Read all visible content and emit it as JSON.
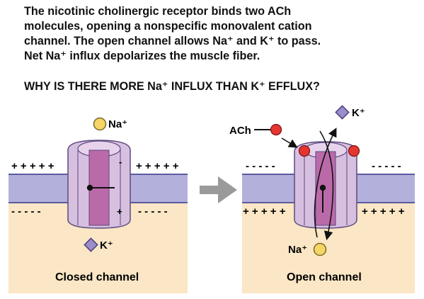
{
  "description_lines": [
    "The nicotinic cholinergic receptor binds two ACh",
    "molecules, opening a nonspecific monovalent cation",
    "channel. The open channel allows Na⁺ and K⁺ to pass.",
    "Net Na⁺ influx depolarizes the muscle fiber."
  ],
  "question": "WHY IS THERE MORE Na⁺ INFLUX THAN K⁺ EFFLUX?",
  "closed_channel": {
    "caption": "Closed channel",
    "ion_top": "Na⁺",
    "ion_bottom": "K⁺",
    "outside_charges": "+ + + + +",
    "inside_charges": "- - - - -",
    "gate_minus": "-",
    "gate_plus": "+"
  },
  "open_channel": {
    "caption": "Open channel",
    "ligand": "ACh",
    "ion_top": "K⁺",
    "ion_bottom": "Na⁺",
    "outside_charges": "- - - - -",
    "inside_charges": "+ + + + +"
  },
  "colors": {
    "extracellular": "#ffffff",
    "intracellular": "#fbe6c5",
    "membrane": "#b3b1dc",
    "membrane_edge": "#5b5aa0",
    "channel": "#d7bfe0",
    "channel_core": "#bb6aa9",
    "ach": "#e5352f",
    "sodium": "#f5d565",
    "potassium": "#9a8dc9",
    "arrow": "#9a9a9a"
  },
  "icons": [
    "sodium-ion-icon",
    "potassium-ion-icon",
    "ach-molecule-icon",
    "transition-arrow-icon"
  ]
}
